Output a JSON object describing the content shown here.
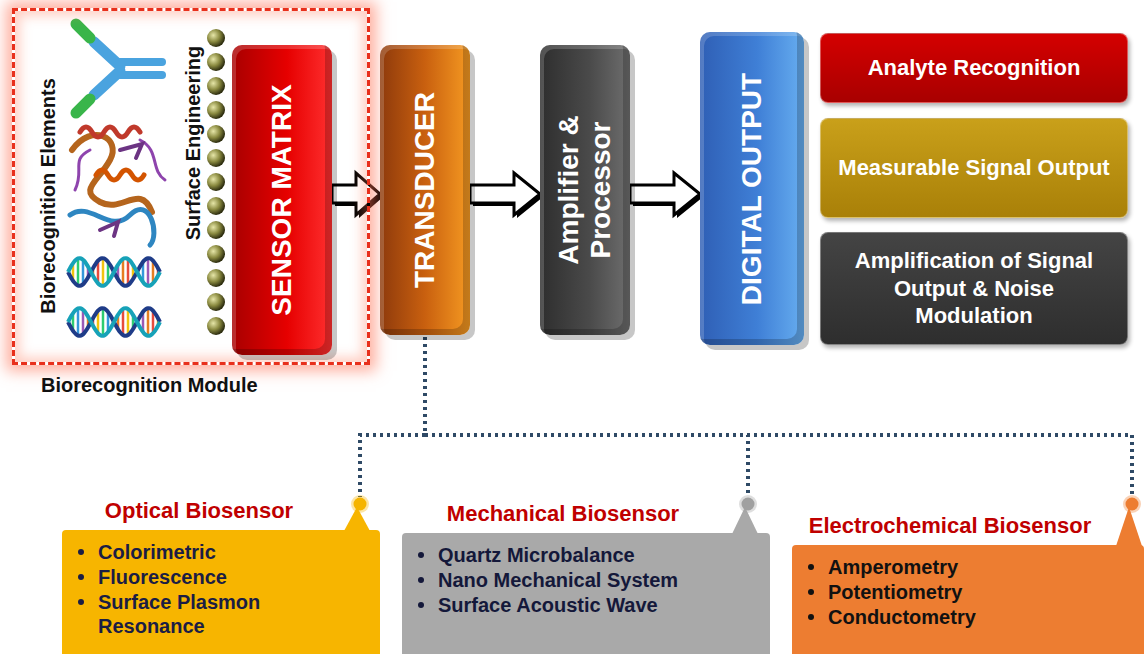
{
  "diagram": {
    "nodes": [
      {
        "text": [
          "Biorecognition Elements",
          "Surface Engineering",
          "Biorecognition Module"
        ]
      },
      {
        "text": [
          "SENSOR MATRIX"
        ],
        "in": 0
      },
      {
        "text": [
          "TRANSDUCER"
        ]
      },
      {
        "text": [
          "Amplifier & Processor"
        ]
      },
      {
        "text": [
          "DIGITAL OUTPUT"
        ]
      },
      {
        "text": [
          "Analyte Recognition"
        ]
      },
      {
        "text": [
          "Measurable Signal Output"
        ]
      },
      {
        "text": [
          "Amplification of Signal Output & Noise Modulation"
        ]
      },
      {
        "text": [
          "Optical Biosensor",
          "Colorimetric",
          "Fluorescence",
          "Surface Plasmon Resonance"
        ]
      },
      {
        "text": [
          "Mechanical Biosensor",
          "Quartz Microbalance",
          "Nano Mechanical System",
          "Surface Acoustic Wave"
        ]
      },
      {
        "text": [
          "Electrochemical Biosensor",
          "Amperometry",
          "Potentiometry",
          "Conductometry"
        ]
      }
    ],
    "edges": [
      {
        "from": 1,
        "to": 2,
        "arrow": "to"
      },
      {
        "from": 2,
        "to": 3,
        "arrow": "to"
      },
      {
        "from": 3,
        "to": 4,
        "arrow": "to"
      },
      {
        "from": 2,
        "to": 8,
        "arrow": "none"
      },
      {
        "from": 2,
        "to": 9,
        "arrow": "none"
      },
      {
        "from": 2,
        "to": 10,
        "arrow": "none"
      }
    ]
  }
}
